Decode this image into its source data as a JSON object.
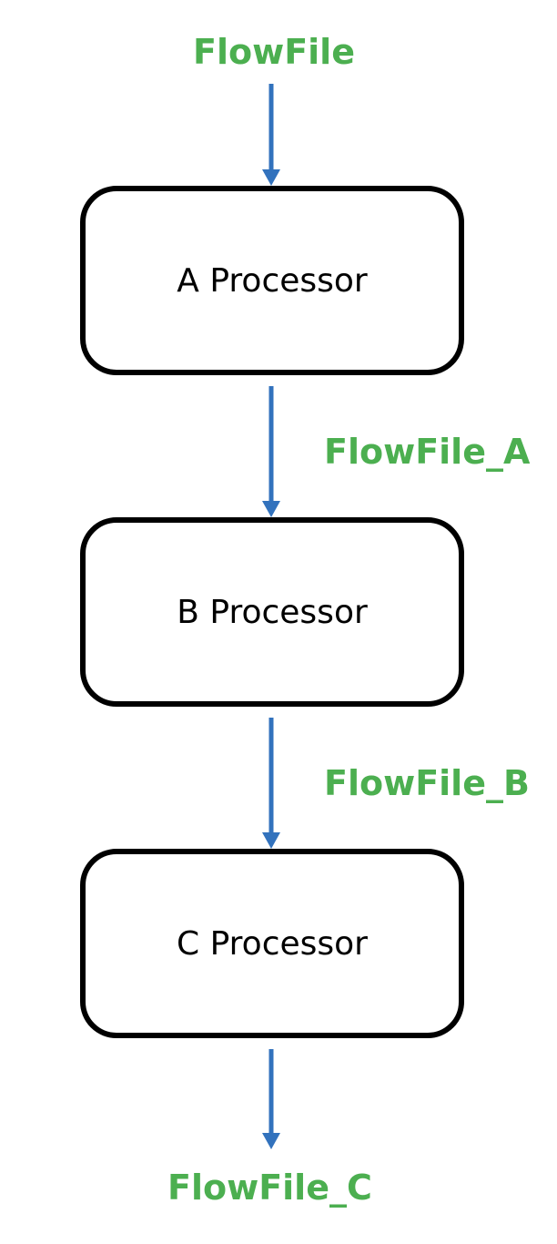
{
  "colors": {
    "label": "#4caf50",
    "arrow": "#3272bd",
    "box_border": "#000000",
    "box_text": "#000000"
  },
  "flow": {
    "input_label": "FlowFile",
    "output_label": "FlowFile_C"
  },
  "processors": [
    {
      "name": "A Processor",
      "output": "FlowFile_A"
    },
    {
      "name": "B Processor",
      "output": "FlowFile_B"
    },
    {
      "name": "C Processor"
    }
  ]
}
